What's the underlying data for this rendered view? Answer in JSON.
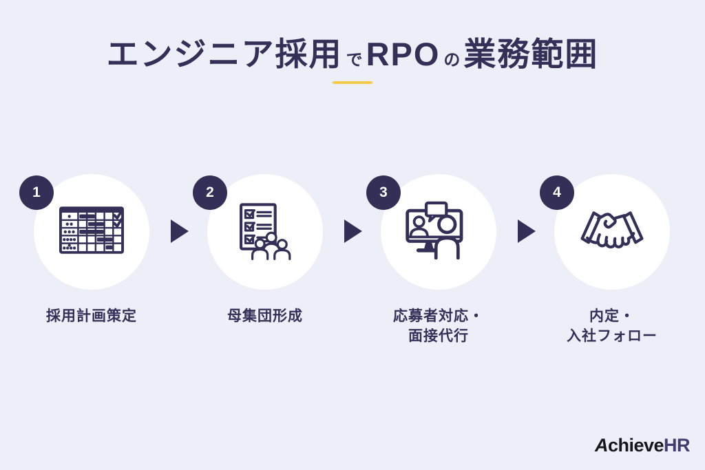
{
  "colors": {
    "background": "#EDEFF8",
    "navy": "#332F57",
    "yellow_accent": "#F2CB4D",
    "circle_fill": "#FFFFFF",
    "logo_black": "#16161B",
    "logo_navy": "#403D6E"
  },
  "header": {
    "title_segments": [
      {
        "text": "エンジニア採用",
        "size": "large"
      },
      {
        "text": "で",
        "size": "small"
      },
      {
        "text": "RPO",
        "size": "large"
      },
      {
        "text": "の",
        "size": "small"
      },
      {
        "text": "業務範囲",
        "size": "large"
      }
    ],
    "divider": "yellow-underline"
  },
  "steps": [
    {
      "number": "1",
      "icon": "gantt-schedule-icon",
      "label_line1": "採用計画策定",
      "label_line2": ""
    },
    {
      "number": "2",
      "icon": "checklist-people-icon",
      "label_line1": "母集団形成",
      "label_line2": ""
    },
    {
      "number": "3",
      "icon": "video-interview-icon",
      "label_line1": "応募者対応・",
      "label_line2": "面接代行"
    },
    {
      "number": "4",
      "icon": "handshake-icon",
      "label_line1": "内定・",
      "label_line2": "入社フォロー"
    }
  ],
  "connectors": {
    "icon": "arrow-right-icon",
    "count": 3
  },
  "footer": {
    "brand_primary": "Achieve",
    "brand_secondary": "HR"
  }
}
